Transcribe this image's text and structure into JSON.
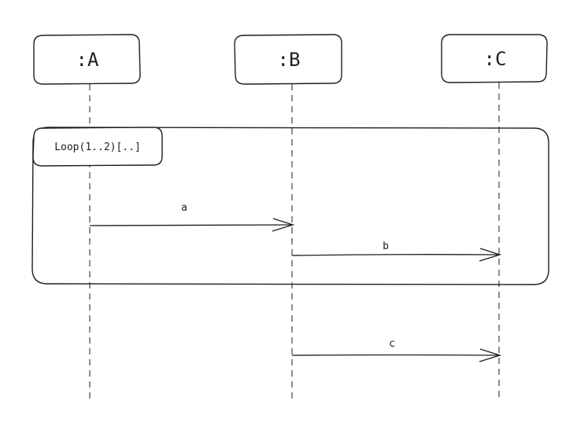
{
  "participants": [
    {
      "id": "A",
      "label": ":A"
    },
    {
      "id": "B",
      "label": ":B"
    },
    {
      "id": "C",
      "label": ":C"
    }
  ],
  "fragment": {
    "label": "Loop(1..2)[..]"
  },
  "messages": [
    {
      "from": "A",
      "to": "B",
      "label": "a",
      "in_loop": true
    },
    {
      "from": "B",
      "to": "C",
      "label": "b",
      "in_loop": true
    },
    {
      "from": "B",
      "to": "C",
      "label": "c",
      "in_loop": false
    }
  ],
  "colors": {
    "stroke": "#1e1e1e",
    "background": "#ffffff"
  }
}
